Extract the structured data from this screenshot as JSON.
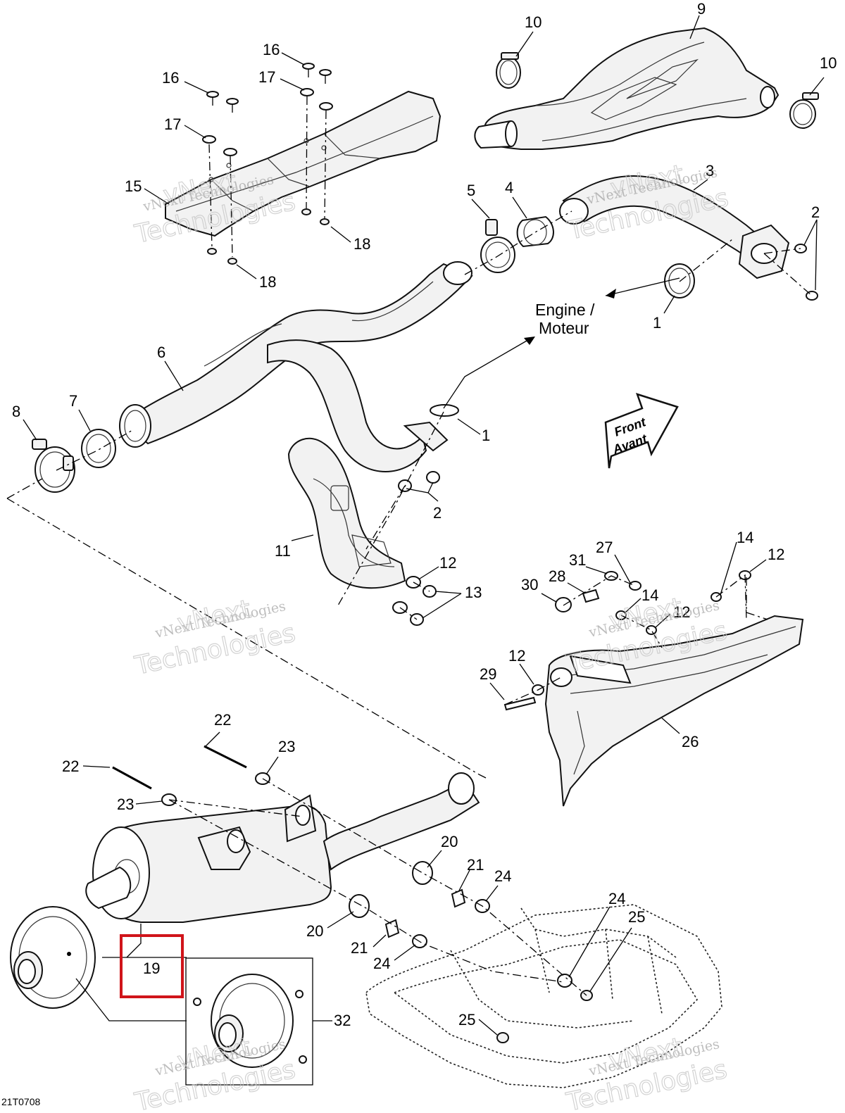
{
  "diagram": {
    "image_code": "21T0708",
    "highlight_color": "#d0141a",
    "highlighted_callout": "19",
    "engine_label": [
      "Engine /",
      "Moteur"
    ],
    "front_label": [
      "Front",
      "Avant"
    ],
    "watermark": [
      "vNext Technologies",
      "vNext",
      "Technologies"
    ],
    "callouts": [
      {
        "id": "c10a",
        "label": "10"
      },
      {
        "id": "c9",
        "label": "9"
      },
      {
        "id": "c10b",
        "label": "10"
      },
      {
        "id": "c16a",
        "label": "16"
      },
      {
        "id": "c16b",
        "label": "16"
      },
      {
        "id": "c17a",
        "label": "17"
      },
      {
        "id": "c17b",
        "label": "17"
      },
      {
        "id": "c15",
        "label": "15"
      },
      {
        "id": "c18a",
        "label": "18"
      },
      {
        "id": "c18b",
        "label": "18"
      },
      {
        "id": "c5",
        "label": "5"
      },
      {
        "id": "c4",
        "label": "4"
      },
      {
        "id": "c3",
        "label": "3"
      },
      {
        "id": "c2a",
        "label": "2"
      },
      {
        "id": "c1a",
        "label": "1"
      },
      {
        "id": "c6",
        "label": "6"
      },
      {
        "id": "c7",
        "label": "7"
      },
      {
        "id": "c8",
        "label": "8"
      },
      {
        "id": "c1b",
        "label": "1"
      },
      {
        "id": "c2b",
        "label": "2"
      },
      {
        "id": "c11",
        "label": "11"
      },
      {
        "id": "c12a",
        "label": "12"
      },
      {
        "id": "c13",
        "label": "13"
      },
      {
        "id": "c14a",
        "label": "14"
      },
      {
        "id": "c12b",
        "label": "12"
      },
      {
        "id": "c27",
        "label": "27"
      },
      {
        "id": "c31",
        "label": "31"
      },
      {
        "id": "c28",
        "label": "28"
      },
      {
        "id": "c30",
        "label": "30"
      },
      {
        "id": "c14b",
        "label": "14"
      },
      {
        "id": "c12c",
        "label": "12"
      },
      {
        "id": "c12d",
        "label": "12"
      },
      {
        "id": "c29",
        "label": "29"
      },
      {
        "id": "c26",
        "label": "26"
      },
      {
        "id": "c22a",
        "label": "22"
      },
      {
        "id": "c23a",
        "label": "23"
      },
      {
        "id": "c22b",
        "label": "22"
      },
      {
        "id": "c23b",
        "label": "23"
      },
      {
        "id": "c20a",
        "label": "20"
      },
      {
        "id": "c21a",
        "label": "21"
      },
      {
        "id": "c24a",
        "label": "24"
      },
      {
        "id": "c24b",
        "label": "24"
      },
      {
        "id": "c25a",
        "label": "25"
      },
      {
        "id": "c20b",
        "label": "20"
      },
      {
        "id": "c21b",
        "label": "21"
      },
      {
        "id": "c24c",
        "label": "24"
      },
      {
        "id": "c19",
        "label": "19"
      },
      {
        "id": "c25b",
        "label": "25"
      },
      {
        "id": "c32",
        "label": "32"
      }
    ]
  }
}
